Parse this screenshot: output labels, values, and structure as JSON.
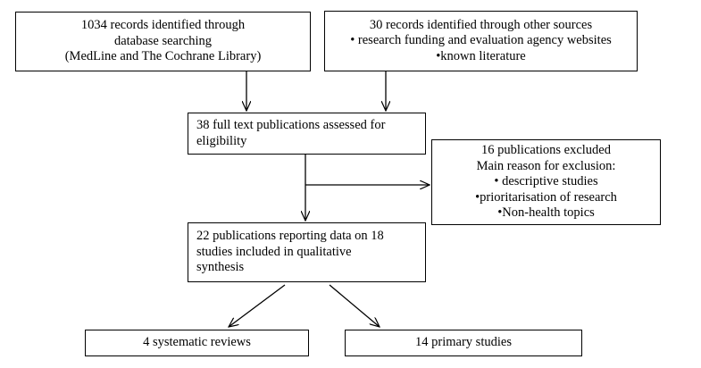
{
  "flow": {
    "db_records": [
      "1034 records identified through",
      "database searching",
      "(MedLine and The Cochrane Library)"
    ],
    "other_records": [
      "30 records identified through other sources",
      "• research funding and evaluation agency websites",
      "•known literature"
    ],
    "full_text": [
      "38 full text publications assessed for",
      "eligibility"
    ],
    "excluded": [
      "16 publications excluded",
      "Main reason for exclusion:",
      "• descriptive studies",
      "•prioritarisation of research",
      "•Non-health topics"
    ],
    "included": [
      "22 publications reporting data on 18",
      "studies included in qualitative",
      "synthesis"
    ],
    "reviews": "4 systematic reviews",
    "primary": "14 primary studies"
  }
}
